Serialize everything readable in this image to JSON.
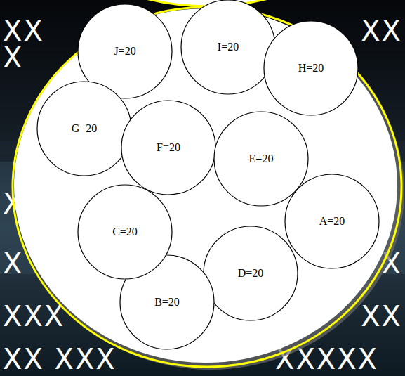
{
  "diagram": {
    "nodes": [
      {
        "text": [
          "J=20"
        ]
      },
      {
        "text": [
          "I=20"
        ]
      },
      {
        "text": [
          "H=20"
        ]
      },
      {
        "text": [
          "G=20"
        ]
      },
      {
        "text": [
          "F=20"
        ]
      },
      {
        "text": [
          "E=20"
        ]
      },
      {
        "text": [
          "C=20"
        ]
      },
      {
        "text": [
          "A=20"
        ]
      },
      {
        "text": [
          "D=20"
        ]
      },
      {
        "text": [
          "B=20"
        ]
      }
    ],
    "labels": [
      "XX",
      "XX",
      "X",
      "X",
      "X",
      "X",
      "XXX",
      "XX",
      "XX XXX",
      "XXXXX"
    ]
  }
}
